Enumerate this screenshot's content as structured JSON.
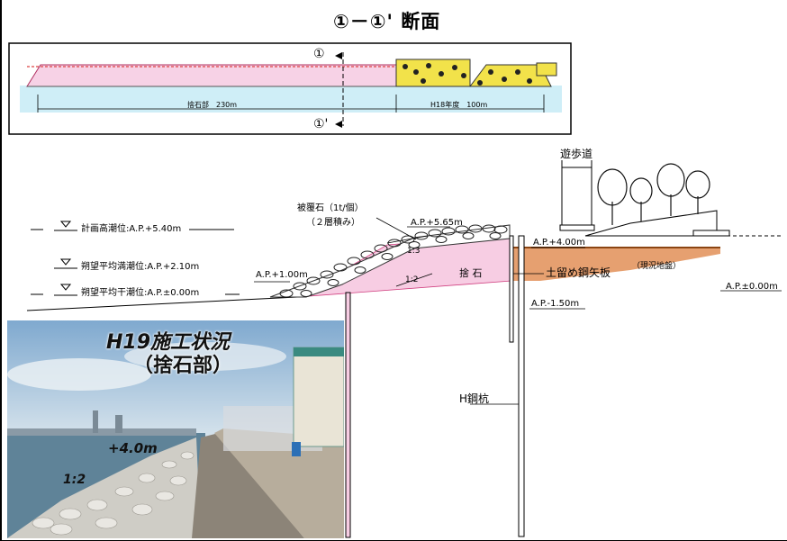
{
  "title": "①－①' 断面",
  "plan": {
    "label_top": "①",
    "label_bottom": "①'",
    "rubble_label": "捨石部　230m",
    "h18_label": "H18年度　100m"
  },
  "labels": {
    "promenade": "遊歩道",
    "armor": "被覆石（1t/個）",
    "armor_layers": "（２層積み）",
    "ap_565": "A.P.+5.65m",
    "ap_400": "A.P.+4.00m",
    "ap_100": "A.P.+1.00m",
    "ap_m150": "A.P.-1.50m",
    "ap_000": "A.P.±0.00m",
    "slope_13": "1:3",
    "slope_12": "1:2",
    "rubble": "捨 石",
    "sheet_pile": "土留め鋼矢板",
    "existing_ground": "（現況地盤）",
    "h_pile": "H鋼杭"
  },
  "tide": {
    "hwl": "計画高潮位:A.P.+5.40m",
    "mhwl": "朔望平均満潮位:A.P.+2.10m",
    "mlwl": "朔望平均干潮位:A.P.±0.00m"
  },
  "photo": {
    "caption1": "H19施工状況",
    "caption2": "（捨石部）",
    "level": "+4.0m",
    "slope": "1:2"
  }
}
